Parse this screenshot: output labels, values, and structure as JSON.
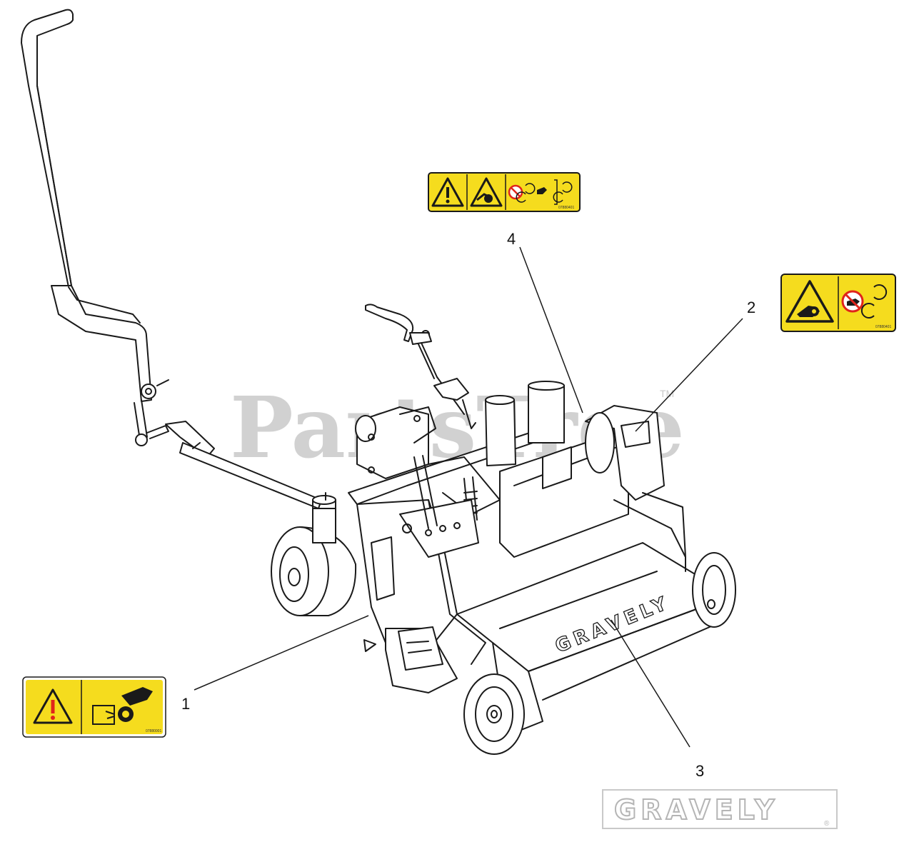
{
  "watermark": {
    "text": "PartsTree",
    "trademark": "TM"
  },
  "callouts": [
    {
      "id": "1",
      "label": "1"
    },
    {
      "id": "2",
      "label": "2"
    },
    {
      "id": "3",
      "label": "3"
    },
    {
      "id": "4",
      "label": "4"
    }
  ],
  "brand": {
    "machine_logo": "GRAVELY",
    "footer_logo": "GRAVELY",
    "registered": "®"
  },
  "decals": {
    "decal_1_code": "07880001",
    "decal_2_code": "07880401",
    "decal_4_code": "07880401"
  },
  "colors": {
    "decal_yellow": "#f5dc1e",
    "line": "#1a1a1a",
    "watermark": "#c9c9c9",
    "warning_red": "#e0241b"
  }
}
